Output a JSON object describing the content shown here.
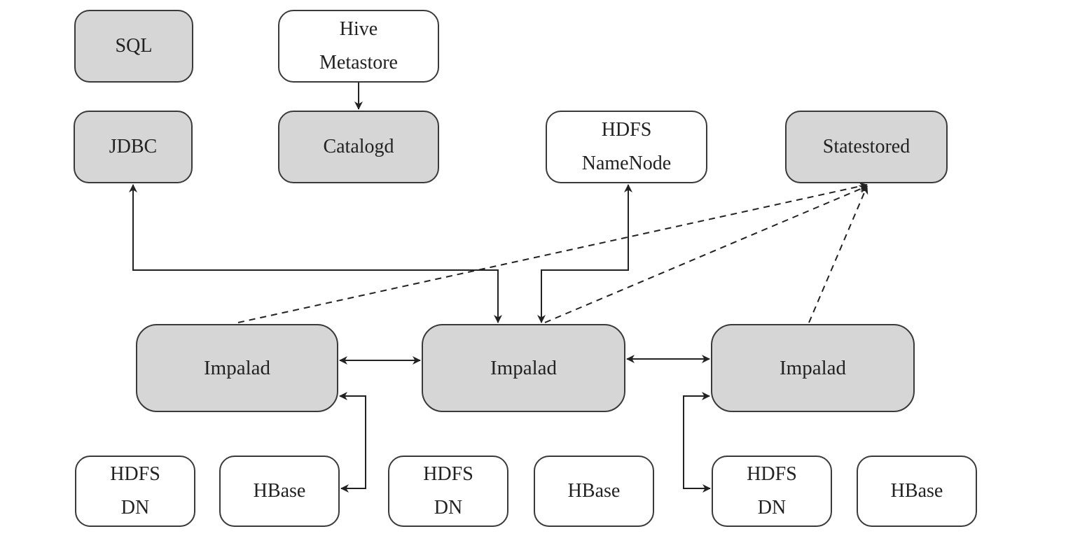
{
  "nodes": {
    "sql": {
      "label": "SQL"
    },
    "hive_metastore": {
      "line1": "Hive",
      "line2": "Metastore"
    },
    "jdbc": {
      "label": "JDBC"
    },
    "catalogd": {
      "label": "Catalogd"
    },
    "hdfs_namenode": {
      "line1": "HDFS",
      "line2": "NameNode"
    },
    "statestored": {
      "label": "Statestored"
    },
    "impalad_1": {
      "label": "Impalad"
    },
    "impalad_2": {
      "label": "Impalad"
    },
    "impalad_3": {
      "label": "Impalad"
    },
    "hdfs_dn_1": {
      "line1": "HDFS",
      "line2": "DN"
    },
    "hbase_1": {
      "label": "HBase"
    },
    "hdfs_dn_2": {
      "line1": "HDFS",
      "line2": "DN"
    },
    "hbase_2": {
      "label": "HBase"
    },
    "hdfs_dn_3": {
      "line1": "HDFS",
      "line2": "DN"
    },
    "hbase_3": {
      "label": "HBase"
    }
  },
  "colors": {
    "shaded_fill": "#d6d6d6",
    "plain_fill": "#ffffff",
    "stroke": "#3a3a3a"
  }
}
